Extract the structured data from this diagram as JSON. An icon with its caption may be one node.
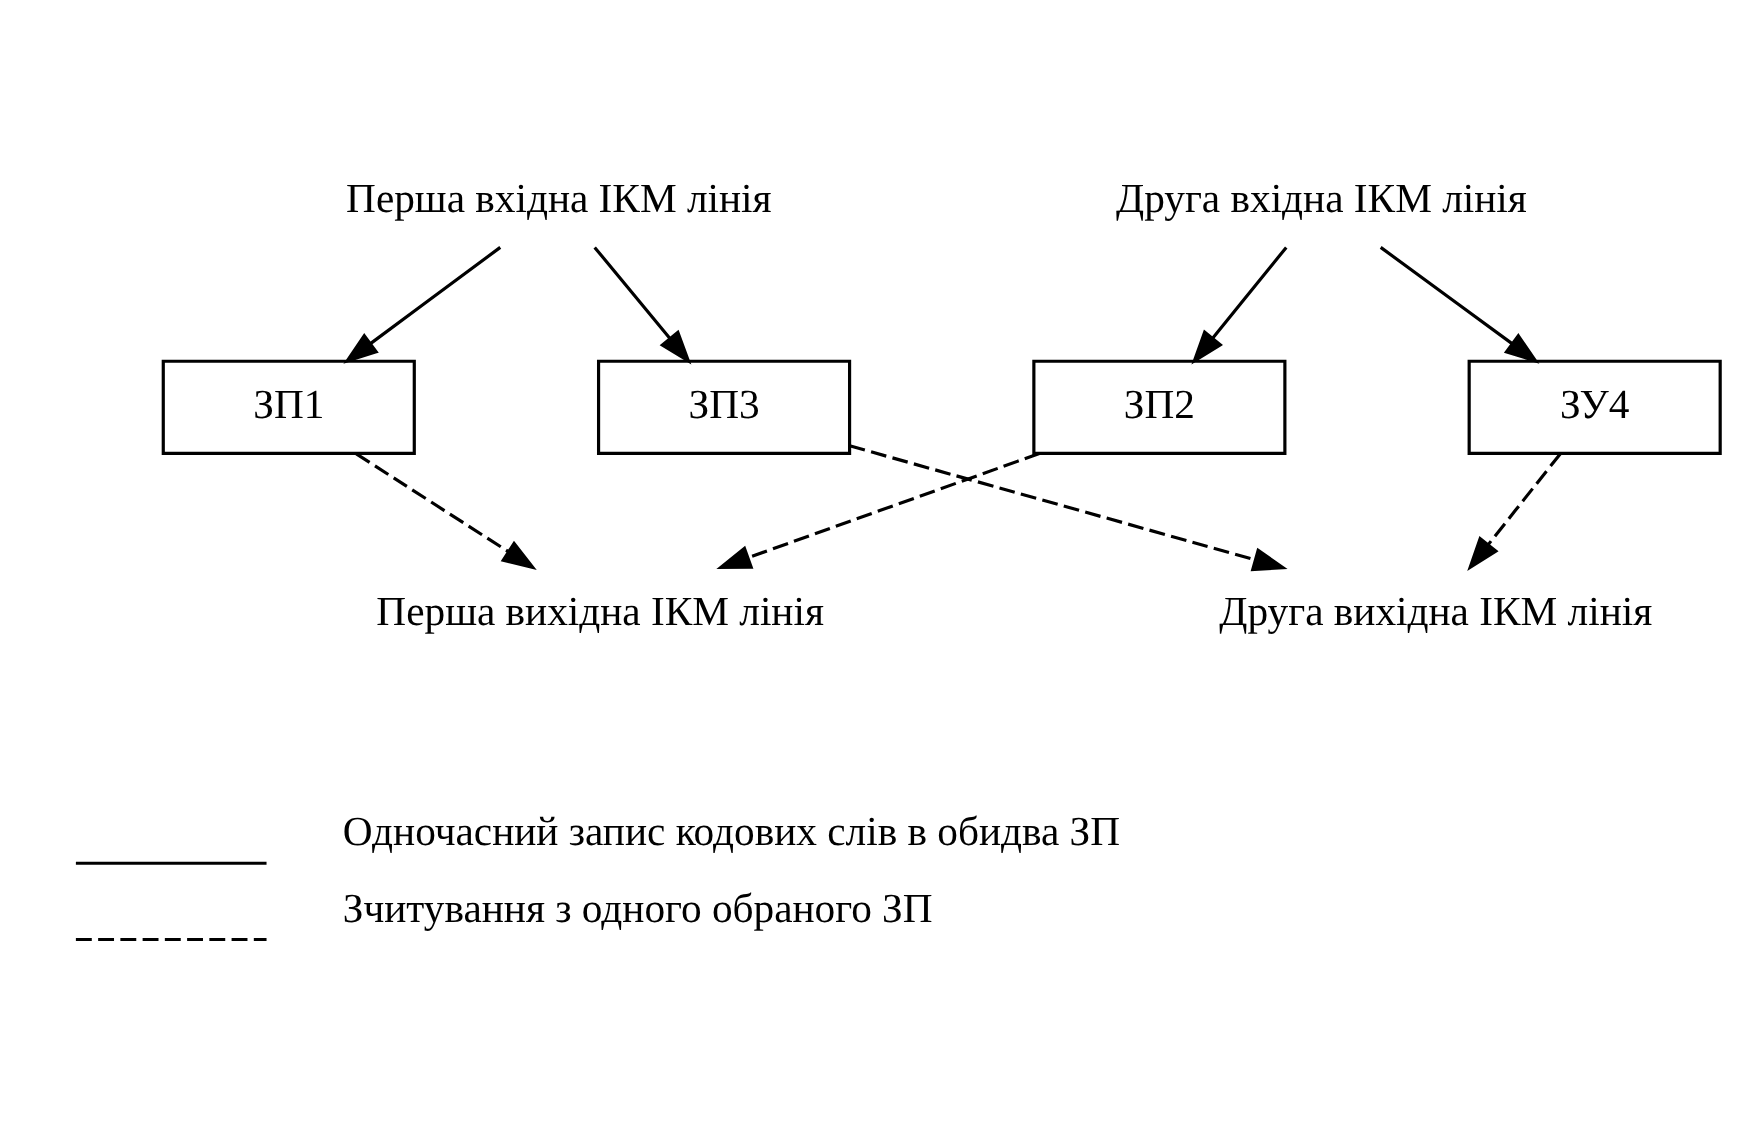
{
  "diagram": {
    "nodes": [
      {
        "text": [
          "Перша вхідна ІКМ лінія"
        ]
      },
      {
        "text": [
          "Друга вхідна ІКМ лінія"
        ]
      },
      {
        "text": [
          "ЗП1"
        ]
      },
      {
        "text": [
          "ЗП2"
        ]
      },
      {
        "text": [
          "Перша вихідна ІКМ лінія"
        ]
      },
      {
        "text": [
          "ЗП3"
        ]
      },
      {
        "text": [
          "ЗУ4"
        ]
      },
      {
        "text": [
          "Друга вихідна ІКМ лінія"
        ]
      }
    ],
    "edges": [
      {
        "from": 0,
        "to": 2,
        "arrow": "to"
      },
      {
        "from": 0,
        "to": 5,
        "arrow": "to"
      },
      {
        "from": 1,
        "to": 3,
        "arrow": "to"
      },
      {
        "from": 1,
        "to": 6,
        "arrow": "to"
      },
      {
        "from": 2,
        "to": 4,
        "arrow": "to",
        "style": "dashed"
      },
      {
        "from": 3,
        "to": 4,
        "arrow": "to",
        "style": "dashed"
      },
      {
        "from": 5,
        "to": 7,
        "arrow": "to",
        "style": "dashed"
      },
      {
        "from": 6,
        "to": 7,
        "arrow": "to",
        "style": "dashed"
      }
    ],
    "legend": [
      {
        "text": "Одночасний запис кодових слів в обидва ЗП"
      },
      {
        "text": "Зчитування з одного обраного ЗП"
      }
    ]
  }
}
